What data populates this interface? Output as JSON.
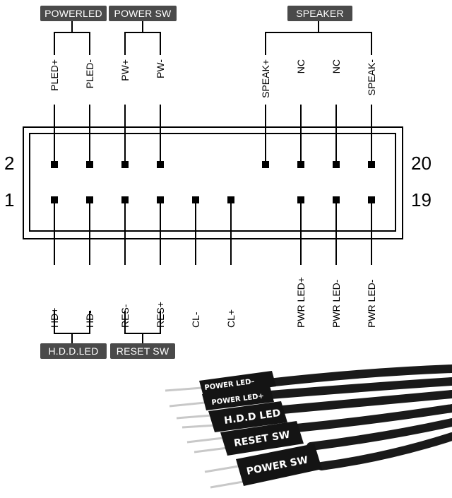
{
  "groups": {
    "powerled": "POWERLED",
    "power_sw": "POWER SW",
    "speaker": "SPEAKER",
    "hdd_led": "H.D.D.LED",
    "reset_sw": "RESET SW"
  },
  "row_numbers": {
    "top_left": "2",
    "top_right": "20",
    "bottom_left": "1",
    "bottom_right": "19"
  },
  "top_pins": [
    {
      "label": "PLED+",
      "present": true
    },
    {
      "label": "PLED-",
      "present": true
    },
    {
      "label": "PW+",
      "present": true
    },
    {
      "label": "PW-",
      "present": true
    },
    {
      "label": "",
      "present": false
    },
    {
      "label": "",
      "present": false
    },
    {
      "label": "SPEAK+",
      "present": true
    },
    {
      "label": "NC",
      "present": true
    },
    {
      "label": "NC",
      "present": true
    },
    {
      "label": "SPEAK-",
      "present": true
    }
  ],
  "bottom_pins": [
    {
      "label": "HD+",
      "present": true
    },
    {
      "label": "HD-",
      "present": true
    },
    {
      "label": "RES-",
      "present": true
    },
    {
      "label": "RES+",
      "present": true
    },
    {
      "label": "CL-",
      "present": true
    },
    {
      "label": "CL+",
      "present": true
    },
    {
      "label": "",
      "present": false
    },
    {
      "label": "PWR LED+",
      "present": true
    },
    {
      "label": "PWR LED-",
      "present": true
    },
    {
      "label": "PWR LED-",
      "present": true
    }
  ],
  "connectors": [
    "POWER LED–",
    "POWER LED+",
    "H.D.D LED",
    "RESET SW",
    "POWER SW"
  ],
  "colors": {
    "label_bg": "#4a4a4a",
    "line": "#000000",
    "cable": "#1a1a1a",
    "plug": "#141414",
    "pin_metal": "#c8c8c8"
  }
}
